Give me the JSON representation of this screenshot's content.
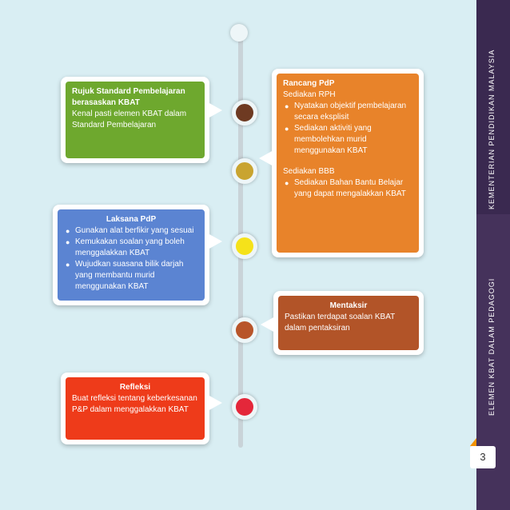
{
  "sidebar": {
    "title_top": "KEMENTERIAN PENDIDIKAN MALAYSIA",
    "title_bottom": "ELEMEN KBAT DALAM PEDAGOGI",
    "page_number": "3"
  },
  "boxes": {
    "rujuk": {
      "title": "Rujuk Standard Pembelajaran berasaskan KBAT",
      "body": "Kenal pasti elemen KBAT dalam Standard Pembelajaran",
      "color": "#6ea82e"
    },
    "rancang": {
      "title": "Rancang PdP",
      "sub1": "Sediakan RPH",
      "items1": [
        "Nyatakan objektif pembelajaran secara eksplisit",
        "Sediakan aktiviti yang membolehkan murid menggunakan KBAT"
      ],
      "sub2": "Sediakan BBB",
      "items2": [
        "Sediakan Bahan Bantu Belajar yang dapat mengalakkan KBAT"
      ],
      "color": "#e8832a"
    },
    "laksana": {
      "title": "Laksana PdP",
      "items": [
        "Gunakan alat berfikir yang sesuai",
        "Kemukakan soalan yang boleh menggalakkan KBAT",
        "Wujudkan suasana bilik darjah yang membantu murid menggunakan KBAT"
      ],
      "color": "#5b84d2"
    },
    "mentaksir": {
      "title": "Mentaksir",
      "body": "Pastikan terdapat soalan KBAT dalam pentaksiran",
      "color": "#b25428"
    },
    "refleksi": {
      "title": "Refleksi",
      "body": "Buat refleksi tentang keberkesanan P&P dalam menggalakkan KBAT",
      "color": "#ee3b1a"
    }
  },
  "timeline": {
    "dot_colors": [
      "#6e3a22",
      "#c9a430",
      "#f5e21a",
      "#b8552a",
      "#e4273a"
    ]
  }
}
